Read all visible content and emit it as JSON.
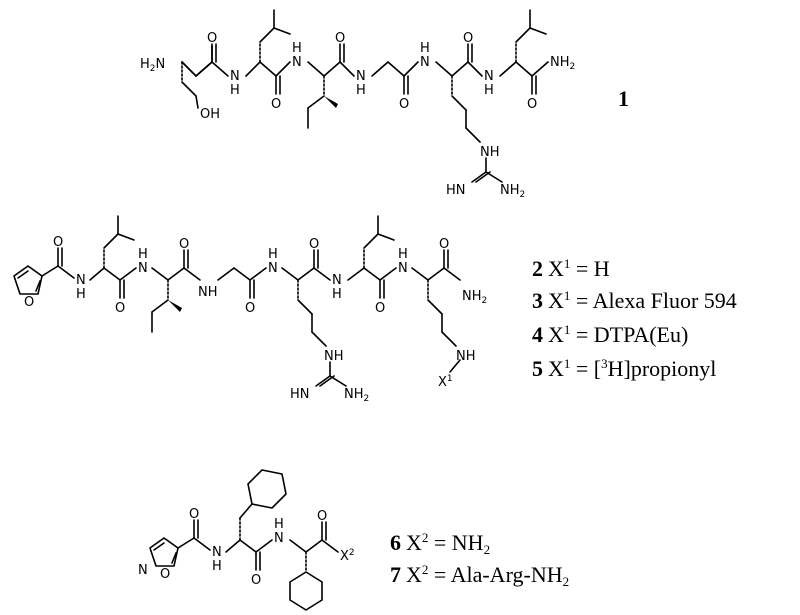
{
  "compound_1": {
    "number": "1",
    "atom_labels": [
      "H2N",
      "N",
      "H",
      "N",
      "H",
      "N",
      "H",
      "N",
      "H",
      "N",
      "H",
      "OH",
      "O",
      "O",
      "O",
      "O",
      "O",
      "O",
      "NH2",
      "NH",
      "HN",
      "NH2"
    ]
  },
  "compound_2_5": {
    "labels": [
      {
        "number": "2",
        "x_label": "X",
        "x_sup": "1",
        "value": " = H"
      },
      {
        "number": "3",
        "x_label": "X",
        "x_sup": "1",
        "value": " = Alexa Fluor 594"
      },
      {
        "number": "4",
        "x_label": "X",
        "x_sup": "1",
        "value": " = DTPA(Eu)"
      },
      {
        "number": "5",
        "x_label": "X",
        "x_sup": "1",
        "value_pre": " = [",
        "value_sup": "3",
        "value_post": "H]propionyl"
      }
    ],
    "atom_labels": [
      "O",
      "O",
      "N",
      "H",
      "O",
      "N",
      "H",
      "N",
      "H",
      "O",
      "O",
      "N",
      "H",
      "O",
      "N",
      "H",
      "N",
      "H",
      "O",
      "O",
      "NH2",
      "NH",
      "HN",
      "NH2",
      "NH",
      "X1"
    ]
  },
  "compound_6_7": {
    "labels": [
      {
        "number": "6",
        "x_label": "X",
        "x_sup": "2",
        "value_pre": " = NH",
        "value_sub": "2",
        "value_post": ""
      },
      {
        "number": "7",
        "x_label": "X",
        "x_sup": "2",
        "value_pre": " = Ala-Arg-NH",
        "value_sub": "2",
        "value_post": ""
      }
    ],
    "atom_labels": [
      "O",
      "N",
      "H",
      "N",
      "H",
      "O",
      "O",
      "X2",
      "N",
      "O"
    ]
  }
}
